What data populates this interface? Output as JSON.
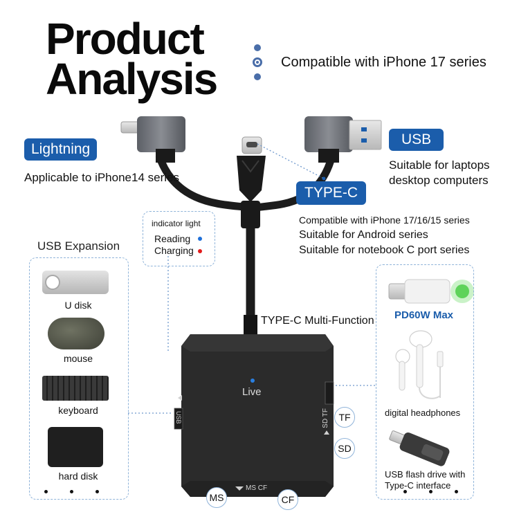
{
  "title": {
    "line1": "Product",
    "line2": "Analysis"
  },
  "compat_header": "Compatible with iPhone 17 series",
  "lightning": {
    "badge": "Lightning",
    "desc": "Applicable to iPhone14 series"
  },
  "usb": {
    "badge": "USB",
    "desc_line1": "Suitable for laptops",
    "desc_line2": "desktop computers"
  },
  "typec": {
    "badge": "TYPE-C",
    "desc": [
      "Compatible with iPhone 17/16/15 series",
      "Suitable for Android series",
      "Suitable for notebook C port series"
    ]
  },
  "indicator": {
    "title": "indicator light",
    "reading": "Reading",
    "charging": "Charging",
    "reading_color": "#1e6fd9",
    "charging_color": "#e21b1b"
  },
  "usb_expansion": {
    "title": "USB Expansion",
    "items": [
      "U disk",
      "mouse",
      "keyboard",
      "hard disk"
    ]
  },
  "right_panel": {
    "pd": "PD60W Max",
    "headphones": "digital headphones",
    "flash_line1": "USB flash drive with",
    "flash_line2": "Type-C interface"
  },
  "hub": {
    "cable_label": "TYPE-C Multi-Function",
    "live": "Live",
    "usb_port": "USB",
    "side_ports": "SD  TF",
    "bottom_ports": "MS  CF"
  },
  "slots": {
    "tf": "TF",
    "sd": "SD",
    "ms": "MS",
    "cf": "CF"
  },
  "colors": {
    "accent": "#1b5dab",
    "dash": "#8fb3d9",
    "hub": "#2b2b2b"
  }
}
